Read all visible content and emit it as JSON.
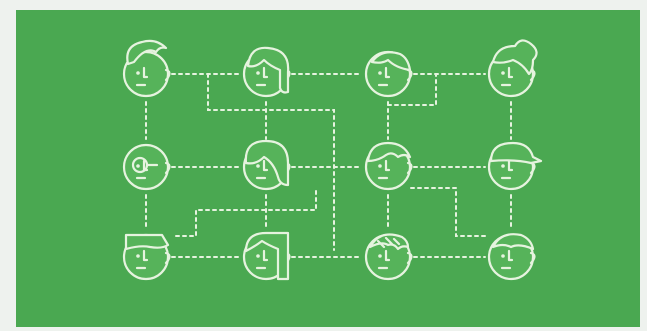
{
  "colors": {
    "panel_green": "#4aa851",
    "line": "#e6f3df",
    "face_fill": "#56b35a"
  },
  "illustration": {
    "description_icon": "people-network-illustration",
    "faces": [
      {
        "row": 0,
        "col": 0,
        "hair": "quiff"
      },
      {
        "row": 0,
        "col": 1,
        "hair": "bob"
      },
      {
        "row": 0,
        "col": 2,
        "hair": "side-part"
      },
      {
        "row": 0,
        "col": 3,
        "hair": "curly"
      },
      {
        "row": 1,
        "col": 0,
        "hair": "glasses"
      },
      {
        "row": 1,
        "col": 1,
        "hair": "short-bob"
      },
      {
        "row": 1,
        "col": 2,
        "hair": "wave"
      },
      {
        "row": 1,
        "col": 3,
        "hair": "cap"
      },
      {
        "row": 2,
        "col": 0,
        "hair": "flat-top"
      },
      {
        "row": 2,
        "col": 1,
        "hair": "long"
      },
      {
        "row": 2,
        "col": 2,
        "hair": "braid"
      },
      {
        "row": 2,
        "col": 3,
        "hair": "swept"
      }
    ]
  }
}
